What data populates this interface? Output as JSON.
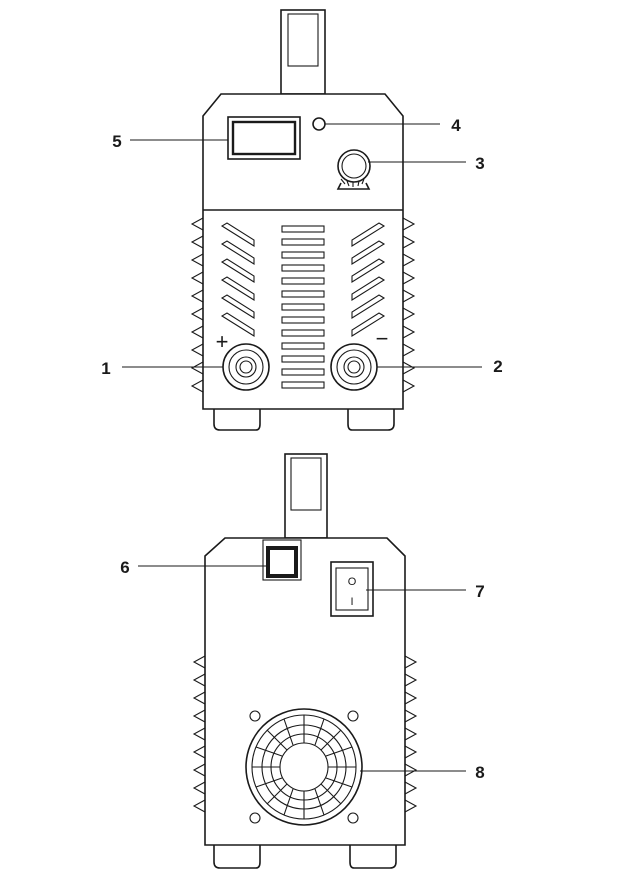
{
  "callouts": [
    {
      "id": "1",
      "label": "1"
    },
    {
      "id": "2",
      "label": "2"
    },
    {
      "id": "3",
      "label": "3"
    },
    {
      "id": "4",
      "label": "4"
    },
    {
      "id": "5",
      "label": "5"
    },
    {
      "id": "6",
      "label": "6"
    },
    {
      "id": "7",
      "label": "7"
    },
    {
      "id": "8",
      "label": "8"
    }
  ],
  "polarity": {
    "positive": "+",
    "negative": "−"
  },
  "switch": {
    "off_symbol": "O",
    "on_symbol": "I"
  },
  "colors": {
    "ink": "#1a1a1a",
    "background": "#ffffff"
  }
}
